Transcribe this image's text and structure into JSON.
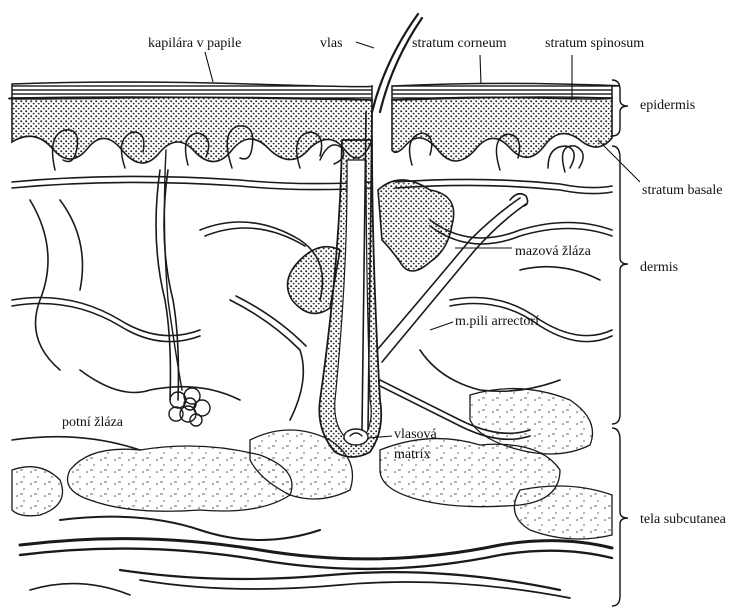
{
  "labels": {
    "capillary": "kapilára v papile",
    "hair": "vlas",
    "stratum_corneum": "stratum corneum",
    "stratum_spinosum": "stratum spinosum",
    "epidermis": "epidermis",
    "stratum_basale": "stratum basale",
    "sebaceous_gland": "mazová žláza",
    "dermis": "dermis",
    "arrector_pili": "m.pili arrectorí",
    "sweat_gland": "potní žláza",
    "hair_matrix_line1": "vlasová",
    "hair_matrix_line2": "matrix",
    "subcutis": "tela subcutanea"
  },
  "colors": {
    "ink": "#1a1a1a",
    "stipple": "#333333",
    "background": "#ffffff"
  }
}
